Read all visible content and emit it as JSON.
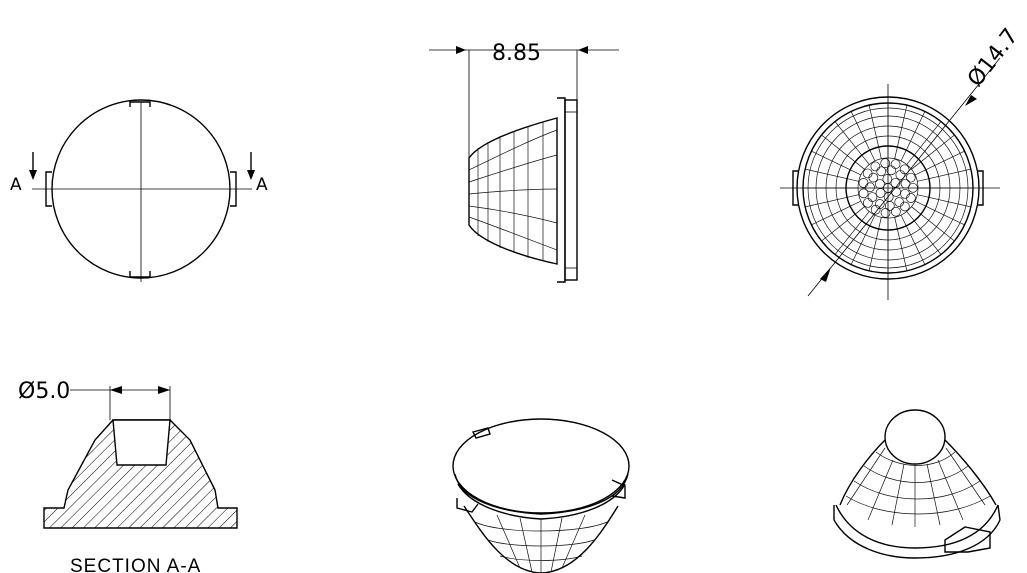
{
  "views": {
    "front": {
      "section_marker_left": "A",
      "section_marker_right": "A"
    },
    "side": {
      "dimension_width": "8.85"
    },
    "top": {
      "dimension_diameter": "Ø14.7"
    },
    "section": {
      "dimension_hole": "Ø5.0",
      "caption": "SECTION  A-A"
    }
  },
  "colors": {
    "line": "#000000",
    "background": "#ffffff"
  }
}
